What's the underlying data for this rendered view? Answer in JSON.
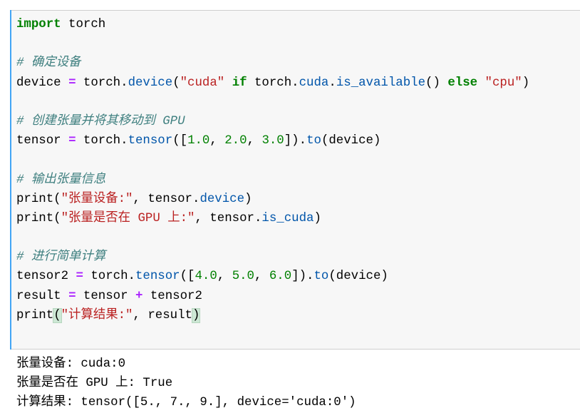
{
  "code": {
    "l1_kw": "import",
    "l1_rest": " torch",
    "l3_comment": "# 确定设备",
    "l4_a": "device ",
    "l4_eq": "=",
    "l4_b": " torch.",
    "l4_device": "device",
    "l4_c": "(",
    "l4_str1": "\"cuda\"",
    "l4_sp1": " ",
    "l4_if": "if",
    "l4_d": " torch.",
    "l4_cuda": "cuda",
    "l4_dot": ".",
    "l4_isavail": "is_available",
    "l4_e": "() ",
    "l4_else": "else",
    "l4_sp2": " ",
    "l4_str2": "\"cpu\"",
    "l4_f": ")",
    "l6_comment": "# 创建张量并将其移动到 GPU",
    "l7_a": "tensor ",
    "l7_eq": "=",
    "l7_b": " torch.",
    "l7_tensor": "tensor",
    "l7_c": "([",
    "l7_n1": "1.0",
    "l7_s1": ", ",
    "l7_n2": "2.0",
    "l7_s2": ", ",
    "l7_n3": "3.0",
    "l7_d": "]).",
    "l7_to": "to",
    "l7_e": "(device)",
    "l9_comment": "# 输出张量信息",
    "l10_a": "print(",
    "l10_str": "\"张量设备:\"",
    "l10_b": ", tensor.",
    "l10_device": "device",
    "l10_c": ")",
    "l11_a": "print(",
    "l11_str": "\"张量是否在 GPU 上:\"",
    "l11_b": ", tensor.",
    "l11_iscuda": "is_cuda",
    "l11_c": ")",
    "l13_comment": "# 进行简单计算",
    "l14_a": "tensor2 ",
    "l14_eq": "=",
    "l14_b": " torch.",
    "l14_tensor": "tensor",
    "l14_c": "([",
    "l14_n1": "4.0",
    "l14_s1": ", ",
    "l14_n2": "5.0",
    "l14_s2": ", ",
    "l14_n3": "6.0",
    "l14_d": "]).",
    "l14_to": "to",
    "l14_e": "(device)",
    "l15_a": "result ",
    "l15_eq": "=",
    "l15_b": " tensor ",
    "l15_plus": "+",
    "l15_c": " tensor2",
    "l16_a": "print",
    "l16_open": "(",
    "l16_str": "\"计算结果:\"",
    "l16_b": ", result",
    "l16_close": ")"
  },
  "output": {
    "line1": "张量设备: cuda:0",
    "line2": "张量是否在 GPU 上: True",
    "line3": "计算结果: tensor([5., 7., 9.], device='cuda:0')"
  },
  "colors": {
    "keyword": "#008000",
    "attribute": "#0055aa",
    "string": "#ba2121",
    "number": "#008000",
    "operator": "#aa22ff",
    "comment": "#408080",
    "cell_border": "#42a5f5"
  }
}
